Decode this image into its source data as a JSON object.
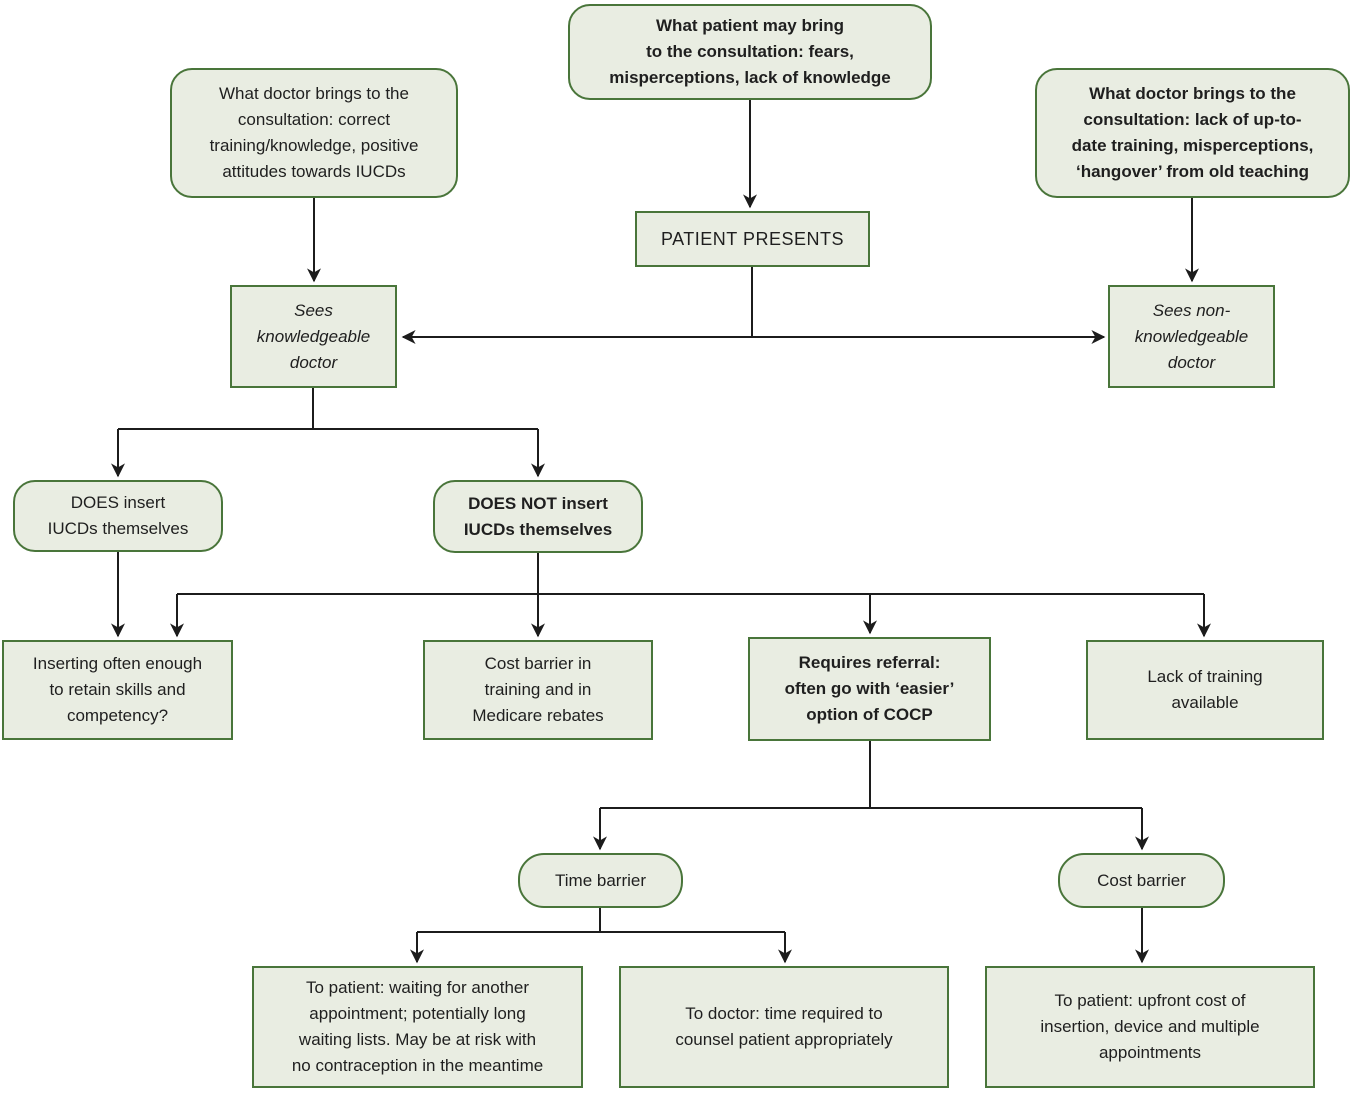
{
  "diagram": {
    "title": "Barriers to IUCD insertion consultation flowchart",
    "colors": {
      "box_fill": "#e9ede2",
      "box_border": "#49753a",
      "line": "#1c1c1c",
      "text": "#1f1f1f",
      "bg": "#ffffff"
    },
    "nodes": {
      "doctor_positive": {
        "label": "What doctor brings to the\nconsultation: correct\ntraining/knowledge, positive\nattitudes towards IUCDs"
      },
      "patient_brings": {
        "label": "What patient may bring\nto the consultation: fears,\nmisperceptions, lack of knowledge"
      },
      "doctor_negative": {
        "label": "What doctor brings to the\nconsultation: lack of up-to-\ndate training, misperceptions,\n‘hangover’ from old teaching"
      },
      "patient_presents": {
        "label": "PATIENT PRESENTS"
      },
      "sees_knowledgeable": {
        "label": "Sees\nknowledgeable\ndoctor"
      },
      "sees_non_knowledgeable": {
        "label": "Sees non-\nknowledgeable\ndoctor"
      },
      "does_insert": {
        "label": "DOES insert\nIUCDs themselves"
      },
      "does_not_insert": {
        "label": "DOES NOT insert\nIUCDs themselves"
      },
      "inserting_often": {
        "label": "Inserting often enough\nto retain skills and\ncompetency?"
      },
      "cost_barrier_training": {
        "label": "Cost barrier in\ntraining and in\nMedicare rebates"
      },
      "requires_referral": {
        "label": "Requires referral:\noften go with ‘easier’\noption of COCP"
      },
      "lack_of_training": {
        "label": "Lack of training\navailable"
      },
      "time_barrier": {
        "label": "Time barrier"
      },
      "cost_barrier": {
        "label": "Cost barrier"
      },
      "to_patient_waiting": {
        "label": "To patient: waiting for another\nappointment; potentially long\nwaiting lists. May be at risk with\nno contraception in the meantime"
      },
      "to_doctor_time": {
        "label": "To doctor: time required to\ncounsel patient appropriately"
      },
      "to_patient_upfront": {
        "label": "To patient: upfront cost of\ninsertion, device and multiple\nappointments"
      }
    }
  }
}
